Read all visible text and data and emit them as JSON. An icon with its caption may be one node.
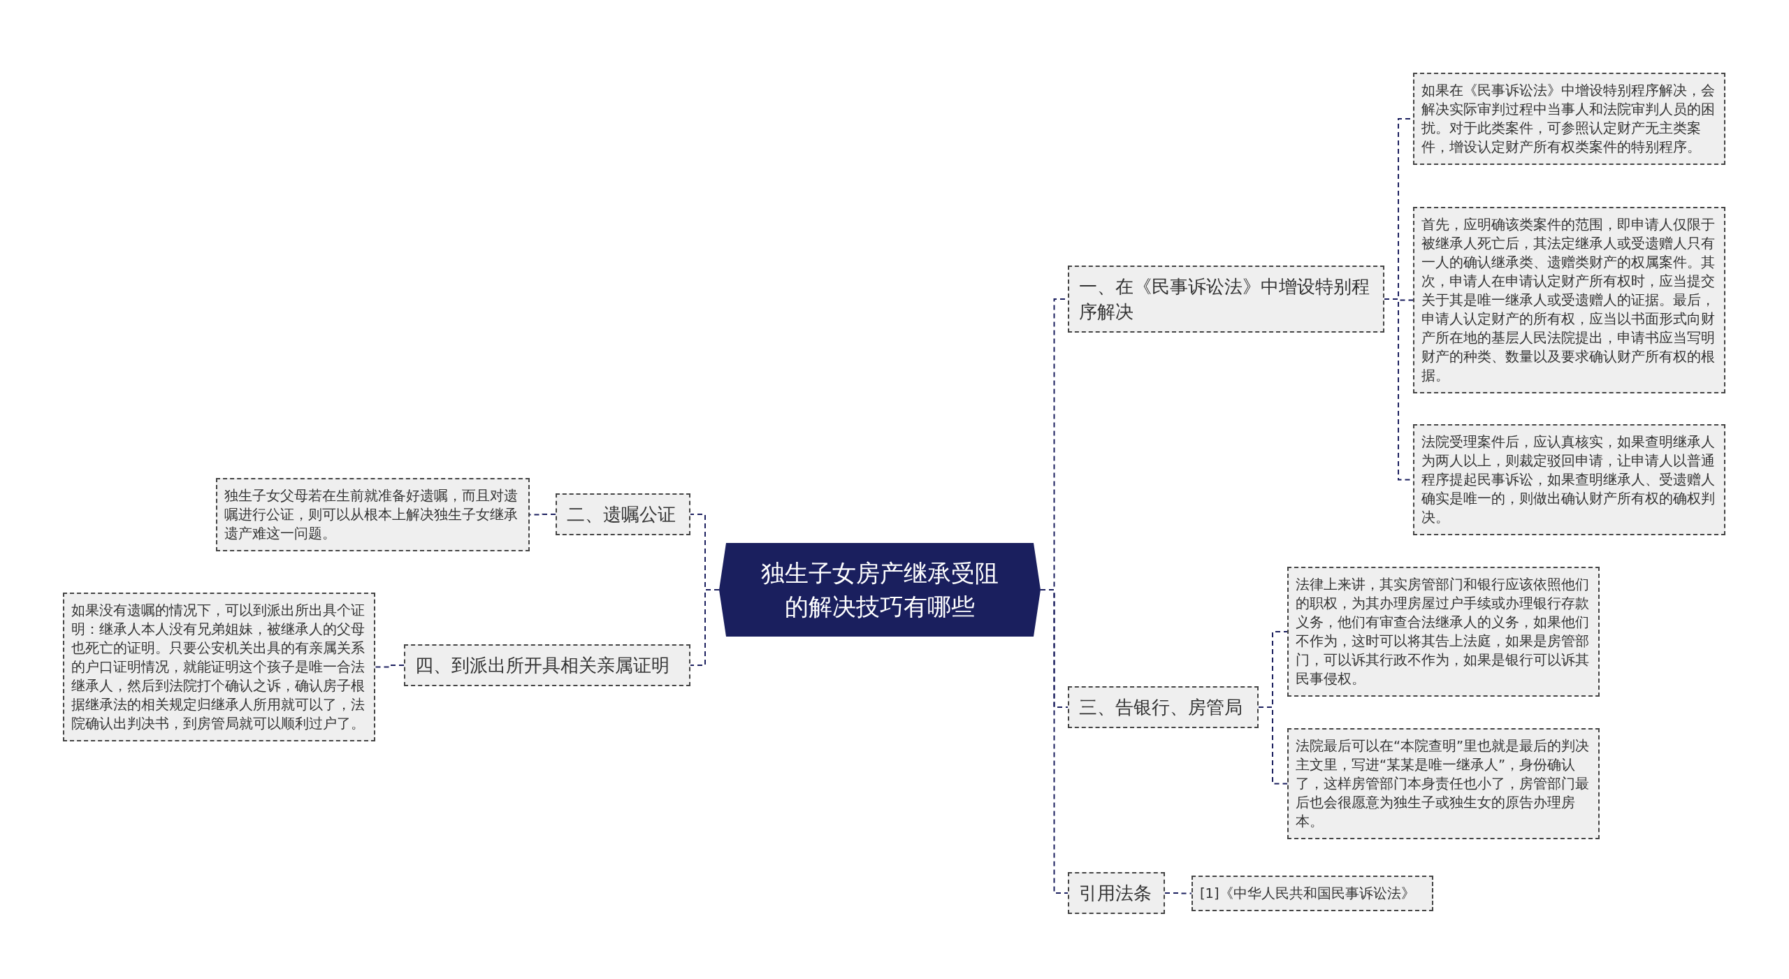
{
  "diagram": {
    "nodes": [
      {
        "text": [
          "独生子女房产继承受阻的解决技巧有哪些"
        ]
      },
      {
        "text": [
          "一、在《民事诉讼法》中增设特别程序解决"
        ]
      },
      {
        "text": [
          "如果在《民事诉讼法》中增设特别程序解决，会解决实际审判过程中当事人和法院审判人员的困扰。对于此类案件，可参照认定财产无主类案件，增设认定财产所有权类案件的特别程序。"
        ]
      },
      {
        "text": [
          "首先，应明确该类案件的范围，即申请人仅限于被继承人死亡后，其法定继承人或受遗赠人只有一人的确认继承类、遗赠类财产的权属案件。其次，申请人在申请认定财产所有权时，应当提交关于其是唯一继承人或受遗赠人的证据。最后，申请人认定财产的所有权，应当以书面形式向财产所在地的基层人民法院提出，申请书应当写明财产的种类、数量以及要求确认财产所有权的根据。"
        ]
      },
      {
        "text": [
          "法院受理案件后，应认真核实，如果查明继承人为两人以上，则裁定驳回申请，让申请人以普通程序提起民事诉讼，如果查明继承人、受遗赠人确实是唯一的，则做出确认财产所有权的确权判决。"
        ]
      },
      {
        "text": [
          "二、遗嘱公证"
        ]
      },
      {
        "text": [
          "独生子女父母若在生前就准备好遗嘱，而且对遗嘱进行公证，则可以从根本上解决独生子女继承遗产难这一问题。"
        ]
      },
      {
        "text": [
          "三、告银行、房管局"
        ]
      },
      {
        "text": [
          "法律上来讲，其实房管部门和银行应该依照他们的职权，为其办理房屋过户手续或办理银行存款义务，他们有审查合法继承人的义务，如果他们不作为，这时可以将其告上法庭，如果是房管部门，可以诉其行政不作为，如果是银行可以诉其民事侵权。"
        ]
      },
      {
        "text": [
          "法院最后可以在“本院查明”里也就是最后的判决主文里，写进“某某是唯一继承人”，身份确认了，这样房管部门本身责任也小了，房管部门最后也会很愿意为独生子或独生女的原告办理房本。"
        ]
      },
      {
        "text": [
          "四、到派出所开具相关亲属证明"
        ]
      },
      {
        "text": [
          "如果没有遗嘱的情况下，可以到派出所出具个证明：继承人本人没有兄弟姐妹，被继承人的父母也死亡的证明。只要公安机关出具的有亲属关系的户口证明情况，就能证明这个孩子是唯一合法继承人，然后到法院打个确认之诉，确认房子根据继承法的相关规定归继承人所用就可以了，法院确认出判决书，到房管局就可以顺利过户了。"
        ]
      },
      {
        "text": [
          "引用法条"
        ]
      },
      {
        "text": [
          "[1]《中华人民共和国民事诉讼法》"
        ]
      }
    ],
    "edges": [
      {
        "from": 0,
        "to": 1,
        "arrow": "none"
      },
      {
        "from": 1,
        "to": 2,
        "arrow": "none"
      },
      {
        "from": 1,
        "to": 3,
        "arrow": "none"
      },
      {
        "from": 1,
        "to": 4,
        "arrow": "none"
      },
      {
        "from": 0,
        "to": 5,
        "arrow": "none"
      },
      {
        "from": 5,
        "to": 6,
        "arrow": "none"
      },
      {
        "from": 0,
        "to": 7,
        "arrow": "none"
      },
      {
        "from": 7,
        "to": 8,
        "arrow": "none"
      },
      {
        "from": 7,
        "to": 9,
        "arrow": "none"
      },
      {
        "from": 0,
        "to": 10,
        "arrow": "none"
      },
      {
        "from": 10,
        "to": 11,
        "arrow": "none"
      },
      {
        "from": 0,
        "to": 12,
        "arrow": "none"
      },
      {
        "from": 12,
        "to": 13,
        "arrow": "none"
      }
    ]
  }
}
